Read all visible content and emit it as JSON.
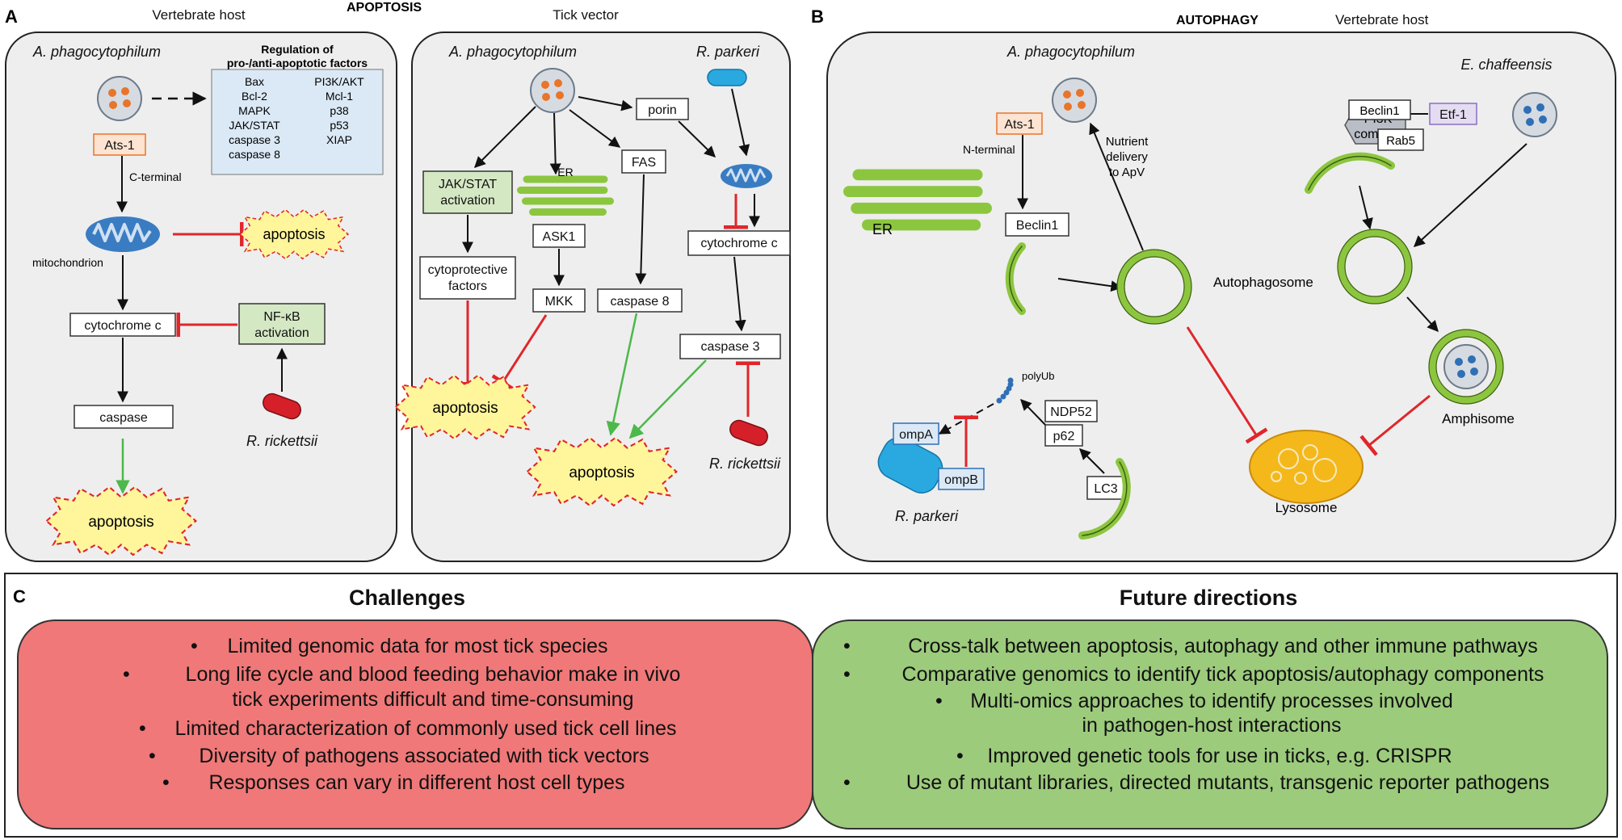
{
  "panels": {
    "a": "A",
    "b": "B",
    "c": "C",
    "apoptosis_title": "APOPTOSIS",
    "autophagy_title": "AUTOPHAGY",
    "vertebrate_host": "Vertebrate host",
    "tick_vector": "Tick vector",
    "vertebrate_host_b": "Vertebrate host"
  },
  "panel_a_left": {
    "organism": "A. phagocytophilum",
    "regulation_title_1": "Regulation of",
    "regulation_title_2": "pro-/anti-apoptotic factors",
    "factors_left": [
      "Bax",
      "Bcl-2",
      "MAPK",
      "JAK/STAT",
      "caspase 3",
      "caspase 8"
    ],
    "factors_right": [
      "PI3K/AKT",
      "Mcl-1",
      "p38",
      "p53",
      "XIAP"
    ],
    "ats1": "Ats-1",
    "c_terminal": "C-terminal",
    "mitochondrion": "mitochondrion",
    "apoptosis_1": "apoptosis",
    "cytochrome_c": "cytochrome c",
    "nfkb_1": "NF-κB",
    "nfkb_2": "activation",
    "caspase": "caspase",
    "r_rickettsii": "R. rickettsii",
    "apoptosis_2": "apoptosis"
  },
  "panel_a_right": {
    "organism": "A. phagocytophilum",
    "r_parkeri": "R. parkeri",
    "porin": "porin",
    "er": "ER",
    "fas": "FAS",
    "jak_1": "JAK/STAT",
    "jak_2": "activation",
    "ask1": "ASK1",
    "cyto_1": "cytoprotective",
    "cyto_2": "factors",
    "mkk": "MKK",
    "caspase8": "caspase 8",
    "cytochrome_c": "cytochrome c",
    "caspase3": "caspase 3",
    "apoptosis_1": "apoptosis",
    "apoptosis_2": "apoptosis",
    "r_rickettsii": "R. rickettsii"
  },
  "panel_b": {
    "a_phago": "A. phagocytophilum",
    "ats1": "Ats-1",
    "n_terminal": "N-terminal",
    "beclin1_left": "Beclin1",
    "er": "ER",
    "nutrient_1": "Nutrient",
    "nutrient_2": "delivery",
    "nutrient_3": "to ApV",
    "autophagosome": "Autophagosome",
    "e_chaff": "E. chaffeensis",
    "beclin1_right": "Beclin1",
    "etf1": "Etf-1",
    "pi3k_1": "PI3K",
    "pi3k_2": "complex",
    "rab5": "Rab5",
    "amphisome": "Amphisome",
    "lysosome": "Lysosome",
    "polyub": "polyUb",
    "ndp52": "NDP52",
    "p62": "p62",
    "lc3": "LC3",
    "ompa": "ompA",
    "ompb": "ompB",
    "r_parkeri": "R. parkeri"
  },
  "panel_c": {
    "challenges_title": "Challenges",
    "future_title": "Future directions",
    "challenges": [
      [
        "Limited genomic data for most tick species"
      ],
      [
        "Long life cycle and blood feeding behavior make in vivo",
        "tick experiments difficult and time-consuming"
      ],
      [
        "Limited characterization of commonly used tick cell lines"
      ],
      [
        "Diversity of pathogens associated with tick vectors"
      ],
      [
        "Responses can vary in different host cell types"
      ]
    ],
    "future": [
      [
        "Cross-talk between apoptosis, autophagy and other immune pathways"
      ],
      [
        "Comparative genomics to identify tick apoptosis/autophagy components"
      ],
      [
        "Multi-omics approaches to identify processes involved",
        "in pathogen-host interactions"
      ],
      [
        "Improved genetic tools for use in ticks, e.g. CRISPR"
      ],
      [
        "Use of mutant libraries, directed mutants, transgenic reporter pathogens"
      ]
    ]
  },
  "colors": {
    "panel_bg": "#eeeeee",
    "green_box": "#d5e8c4",
    "orange_box": "#fde3d2",
    "blue_box": "#dbe9f6",
    "purple_box": "#e4dcf0",
    "challenges_bg": "#f07878",
    "future_bg": "#9ccb7c",
    "inhibit_red": "#e0262b",
    "activate_green": "#4db84b",
    "membrane_green": "#8cc63f",
    "mito_blue": "#3a7cc2",
    "lysosome": "#f5b81b"
  }
}
